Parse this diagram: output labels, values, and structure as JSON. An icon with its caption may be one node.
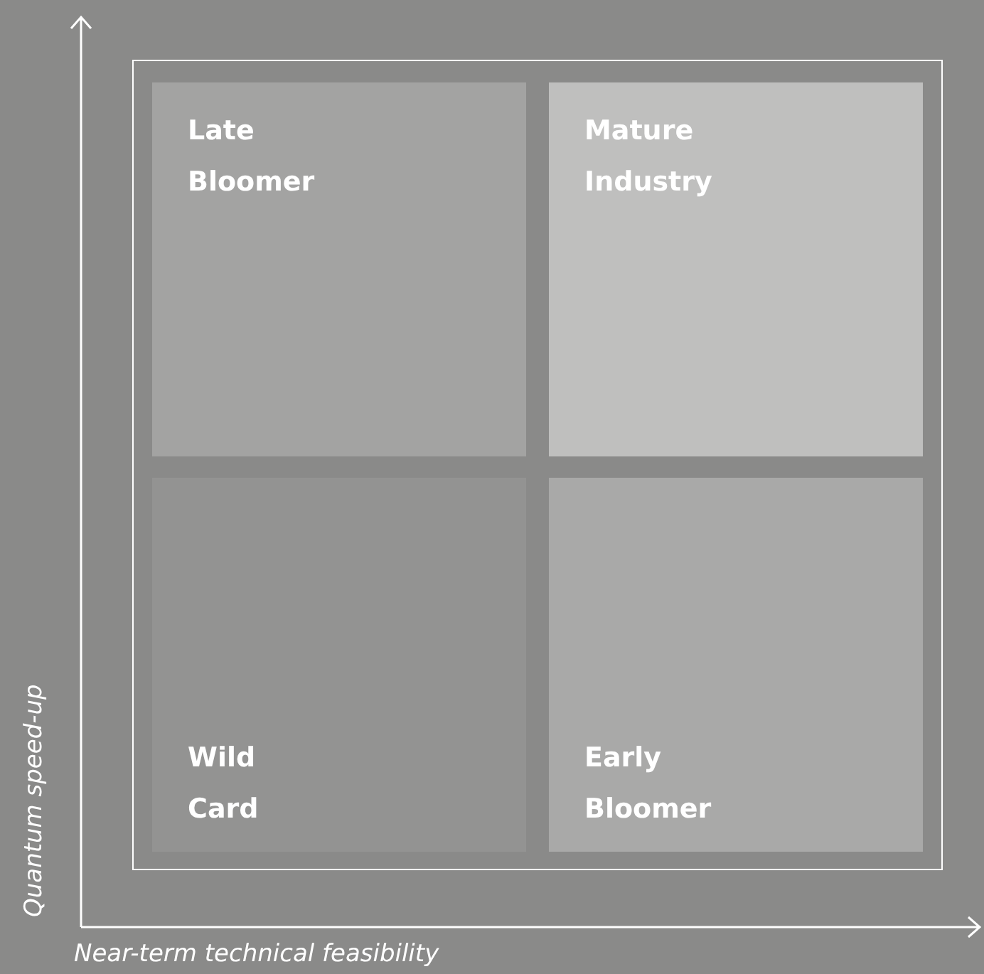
{
  "diagram": {
    "nodes": [
      {
        "text": [],
        "shape": "box"
      },
      {
        "text": [
          "Late Bloomer"
        ],
        "in": 0
      },
      {
        "text": [
          "Mature Industry"
        ],
        "in": 0
      },
      {
        "text": [
          "Wild Card"
        ],
        "in": 0
      },
      {
        "text": [
          "Early Bloomer"
        ],
        "in": 0
      }
    ],
    "labels": [
      "Quantum speed-up",
      "Near-term technical feasibility"
    ]
  }
}
